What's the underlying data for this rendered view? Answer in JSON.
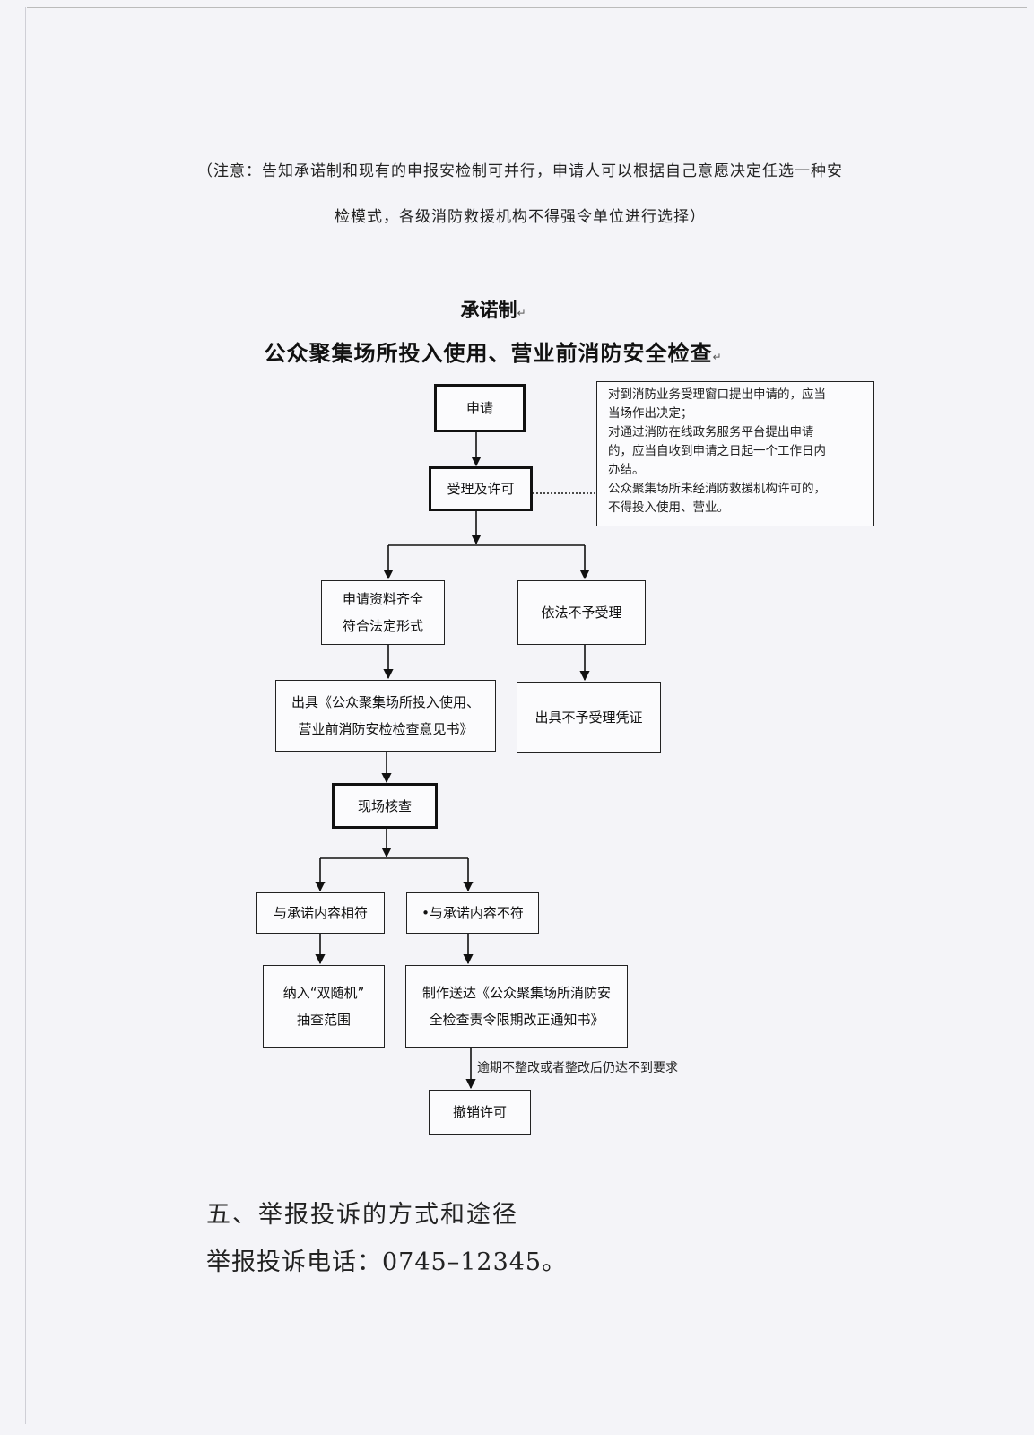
{
  "notice": {
    "line1": "（注意：告知承诺制和现有的申报安检制可并行，申请人可以根据自己意愿决定任选一种安",
    "line2": "检模式，各级消防救援机构不得强令单位进行选择）"
  },
  "flowchart": {
    "title": "承诺制",
    "subtitle": "公众聚集场所投入使用、营业前消防安全检查",
    "paragraph_mark": "↵",
    "steps": {
      "apply": "申请",
      "accept": "受理及许可",
      "complete_line1": "申请资料齐全",
      "complete_line2": "符合法定形式",
      "reject": "依法不予受理",
      "issue_opinion_line1": "出具《公众聚集场所投入使用、",
      "issue_opinion_line2": "营业前消防安检检查意见书》",
      "issue_reject": "出具不予受理凭证",
      "onsite": "现场核查",
      "match": "与承诺内容相符",
      "mismatch": "•与承诺内容不符",
      "random_line1": "纳入“双随机”",
      "random_line2": "抽查范围",
      "notice_line1": "制作送达《公众聚集场所消防安",
      "notice_line2": "全检查责令限期改正通知书》",
      "revoke": "撤销许可"
    },
    "note": {
      "line1": "对到消防业务受理窗口提出申请的，应当",
      "line2": "当场作出决定；",
      "line3": "对通过消防在线政务服务平台提出申请",
      "line4": "的，应当自收到申请之日起一个工作日内",
      "line5": "办结。",
      "line6": "公众聚集场所未经消防救援机构许可的，",
      "line7": "不得投入使用、营业。"
    },
    "overdue_note": "逾期不整改或者整改后仍达不到要求"
  },
  "section5": {
    "title": "五、举报投诉的方式和途径",
    "phone_line": "举报投诉电话：0745–12345。"
  }
}
